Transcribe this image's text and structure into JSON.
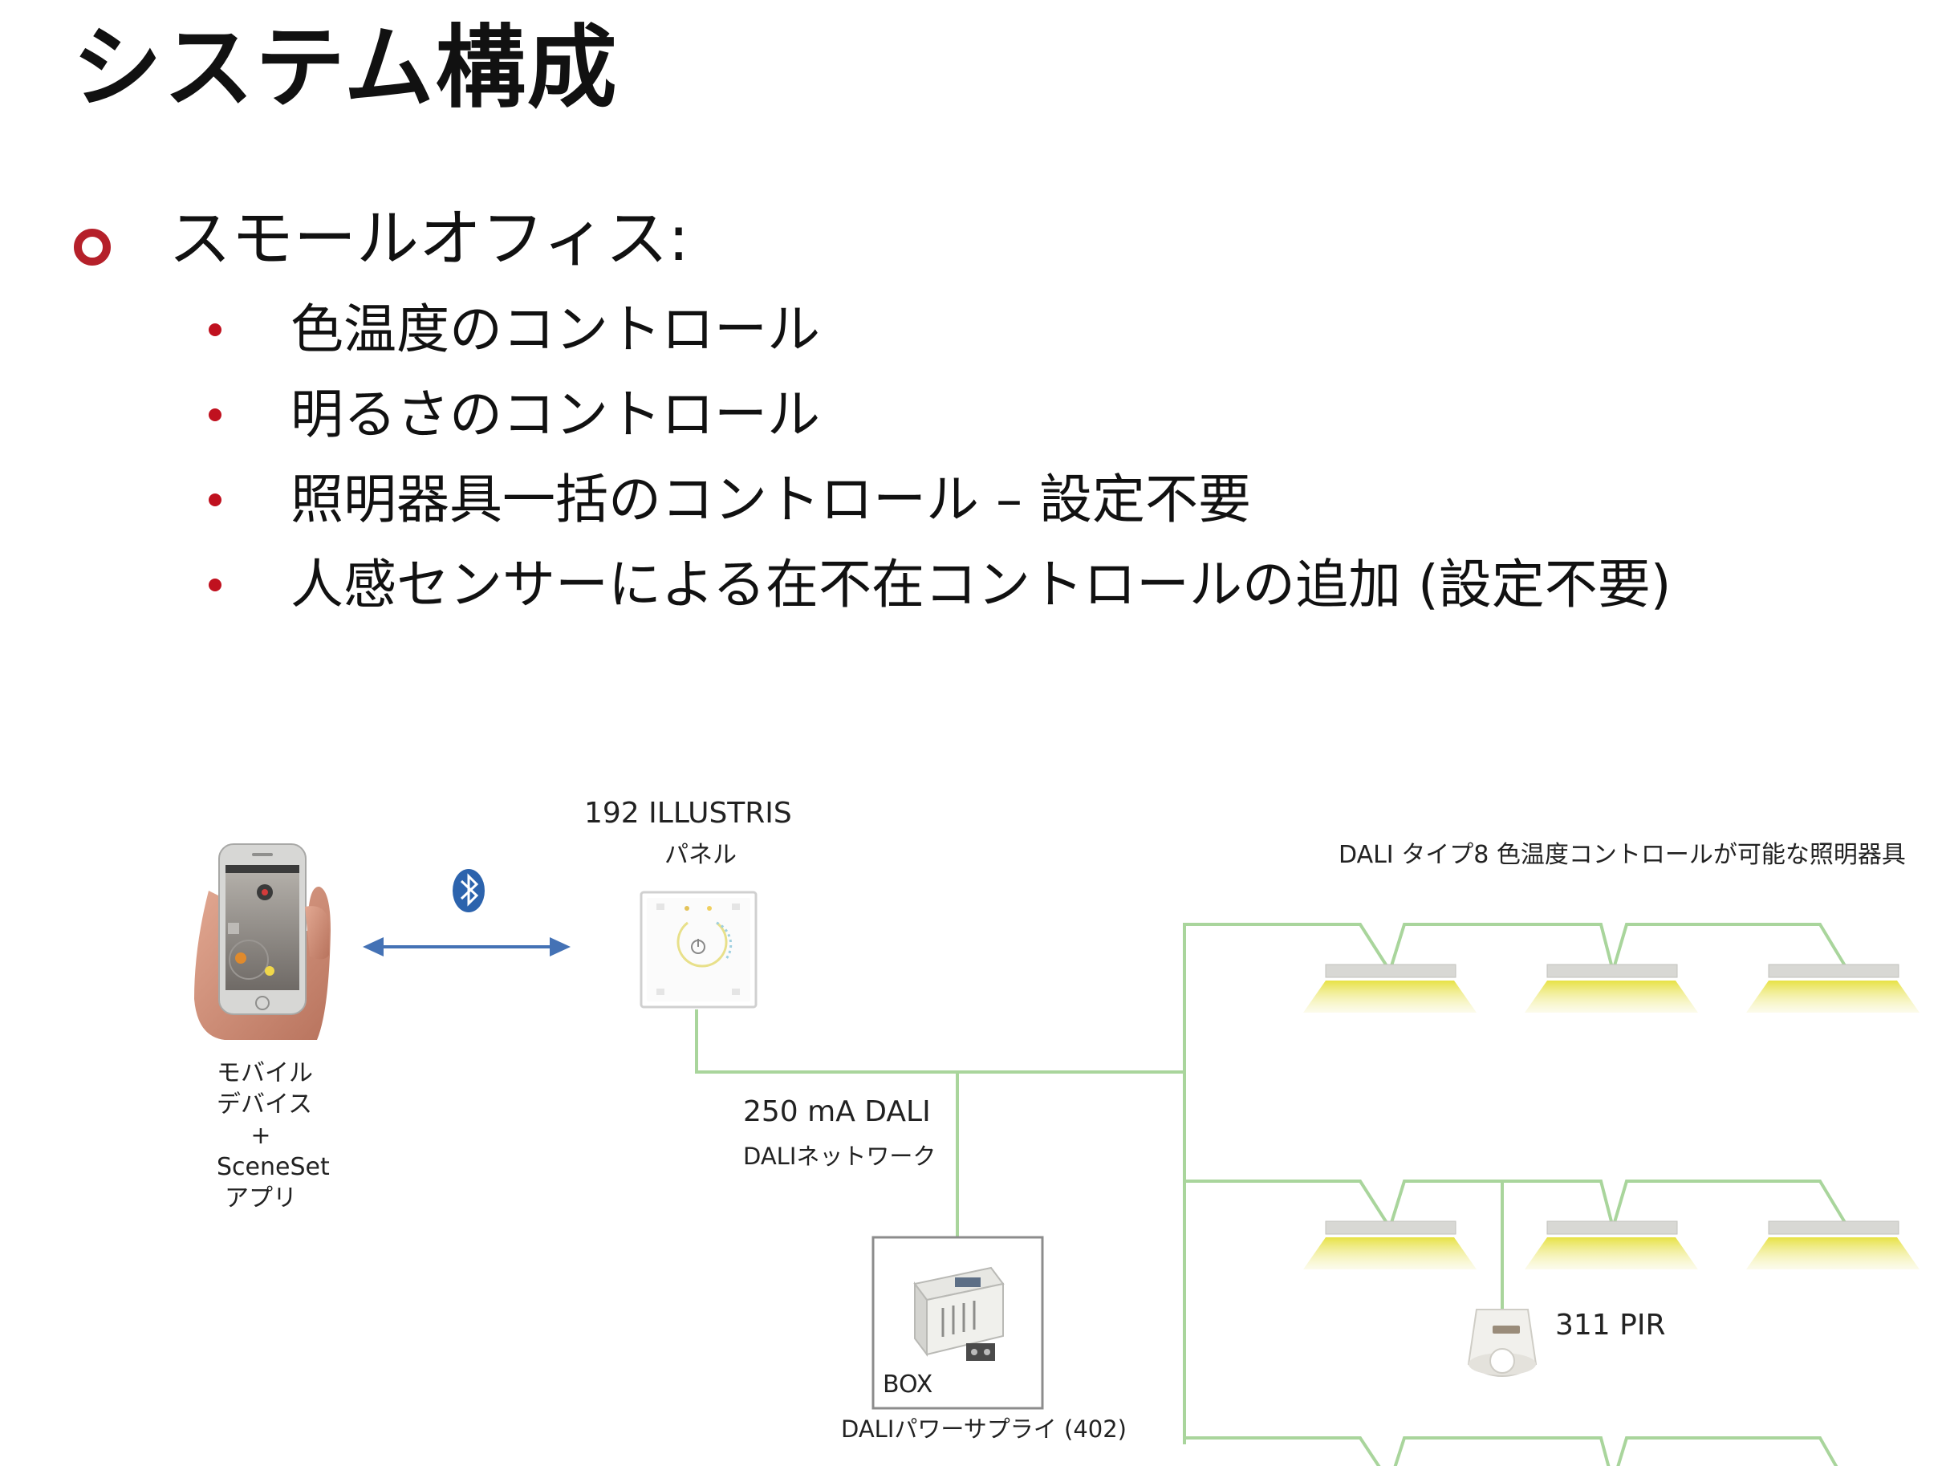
{
  "slide": {
    "title": "システム構成",
    "section": {
      "heading": "スモールオフィス:",
      "bullets": [
        "色温度のコントロール",
        "明るさのコントロール",
        "照明器具一括のコントロール – 設定不要",
        "人感センサーによる在不在コントロールの追加 (設定不要)"
      ]
    }
  },
  "diagram": {
    "mobile": {
      "lines": [
        "モバイル",
        "デバイス",
        "+",
        "SceneSet",
        "アプリ"
      ]
    },
    "panel": {
      "model": "192 ILLUSTRIS",
      "name": "パネル"
    },
    "network": {
      "spec": "250 mA DALI",
      "name": "DALIネットワーク"
    },
    "power_supply": {
      "box_label": "BOX",
      "name": "DALIパワーサプライ (402)"
    },
    "luminaires": {
      "label": "DALI タイプ8 色温度コントロールが可能な照明器具"
    },
    "sensor": {
      "label": "311 PIR"
    },
    "connection": {
      "icon": "bluetooth-icon"
    }
  },
  "colors": {
    "accent_red": "#b5202a",
    "network_line": "#a9d59c",
    "bluetooth_arrow": "#4472b5",
    "light_glow": "#ece34c"
  }
}
